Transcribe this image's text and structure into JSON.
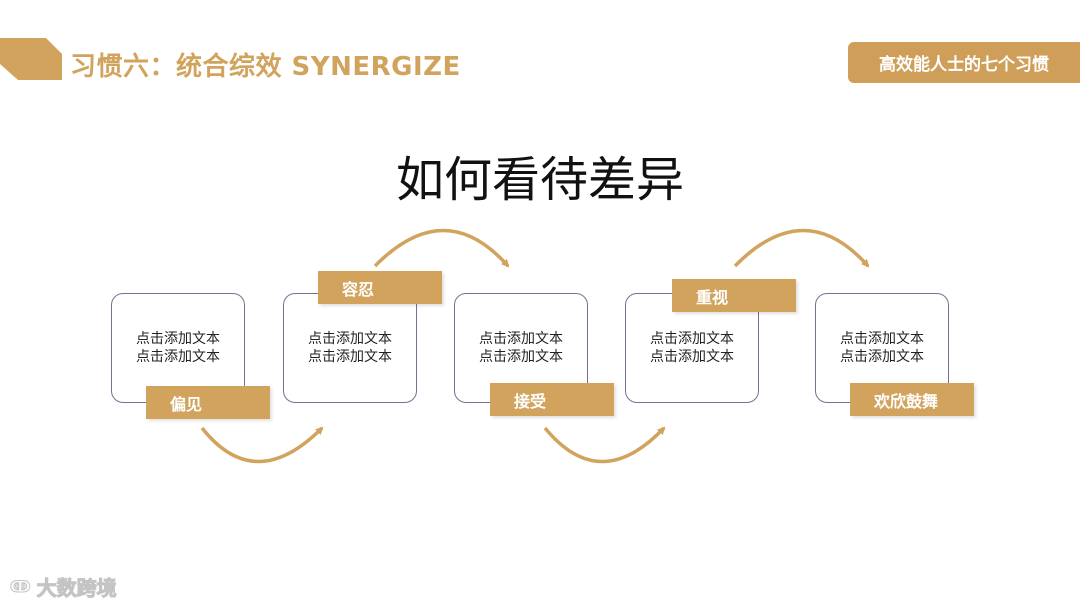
{
  "header": {
    "title": "习惯六：统合综效 SYNERGIZE",
    "badge": "高效能人士的七个习惯"
  },
  "main_title": "如何看待差异",
  "cards": [
    {
      "line1": "点击添加文本",
      "line2": "点击添加文本"
    },
    {
      "line1": "点击添加文本",
      "line2": "点击添加文本"
    },
    {
      "line1": "点击添加文本",
      "line2": "点击添加文本"
    },
    {
      "line1": "点击添加文本",
      "line2": "点击添加文本"
    },
    {
      "line1": "点击添加文本",
      "line2": "点击添加文本"
    }
  ],
  "tags": [
    "偏见",
    "容忍",
    "接受",
    "重视",
    "欢欣鼓舞"
  ],
  "watermark": {
    "logo": "ↂ",
    "text": "大数跨境"
  },
  "colors": {
    "accent": "#d1a35c",
    "card_border": "#7d6c93",
    "title": "#111111"
  }
}
